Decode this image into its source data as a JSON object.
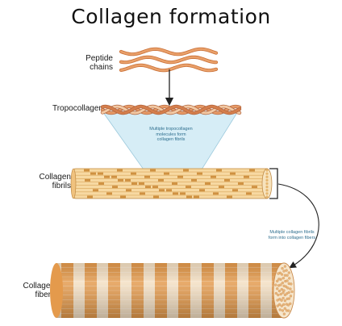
{
  "title": "Collagen formation",
  "labels": {
    "peptide": "Peptide\nchains",
    "tropocollagen": "Tropocollagen",
    "fibrils": "Collagen\nfibrils",
    "fibers": "Collagen\nfibers"
  },
  "notes": {
    "tropo_to_fibrils": "Multiple tropocollagen\nmolecules form\ncollagen fibrils",
    "fibrils_to_fibers": "Multiple collagen fibrils\nform into collagen fibers"
  },
  "colors": {
    "peptide_strand": "#e9a06a",
    "fibril_light": "#f7d9a2",
    "fibril_dark": "#c88430",
    "fiber_orange": "#e49a4c",
    "fiber_cream": "#f4dfc2",
    "funnel": "#d4ecf5",
    "arrow": "#222222"
  }
}
